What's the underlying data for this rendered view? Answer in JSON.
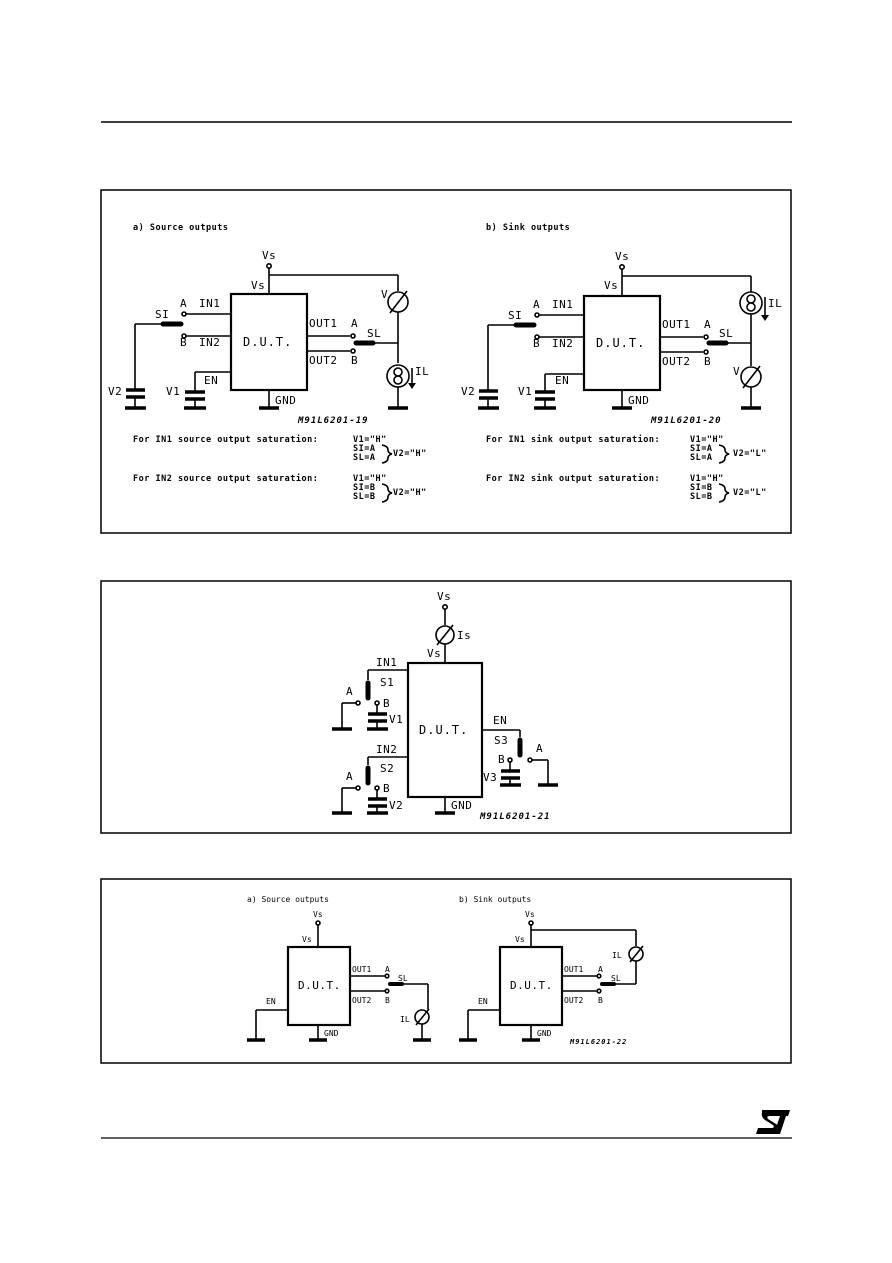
{
  "fig1": {
    "a": {
      "title": "a) Source outputs",
      "vs_top": "Vs",
      "vs_pin": "Vs",
      "dut": "D.U.T.",
      "in1": "IN1",
      "in2": "IN2",
      "a": "A",
      "b": "B",
      "si": "SI",
      "v2": "V2",
      "v1": "V1",
      "en": "EN",
      "gnd": "GND",
      "out1": "OUT1",
      "out2": "OUT2",
      "oa": "A",
      "ob": "B",
      "sl": "SL",
      "v": "V",
      "il": "IL",
      "ref": "M91L6201-19",
      "cond1_label": "For IN1 source output saturation:",
      "cond1_v1": "V1=\"H\"",
      "cond1_si": "SI=A",
      "cond1_sl": "SL=A",
      "cond1_v2": "V2=\"H\"",
      "cond2_label": "For IN2 source output saturation:",
      "cond2_v1": "V1=\"H\"",
      "cond2_si": "SI=B",
      "cond2_sl": "SL=B",
      "cond2_v2": "V2=\"H\""
    },
    "b": {
      "title": "b) Sink outputs",
      "vs_top": "Vs",
      "vs_pin": "Vs",
      "dut": "D.U.T.",
      "in1": "IN1",
      "in2": "IN2",
      "a": "A",
      "b": "B",
      "si": "SI",
      "v2": "V2",
      "v1": "V1",
      "en": "EN",
      "gnd": "GND",
      "out1": "OUT1",
      "out2": "OUT2",
      "oa": "A",
      "ob": "B",
      "sl": "SL",
      "v": "V",
      "il": "IL",
      "ref": "M91L6201-20",
      "cond1_label": "For IN1 sink output saturation:",
      "cond1_v1": "V1=\"H\"",
      "cond1_si": "SI=A",
      "cond1_sl": "SL=A",
      "cond1_v2": "V2=\"L\"",
      "cond2_label": "For IN2 sink output saturation:",
      "cond2_v1": "V1=\"H\"",
      "cond2_si": "SI=B",
      "cond2_sl": "SL=B",
      "cond2_v2": "V2=\"L\""
    }
  },
  "fig2": {
    "vs_top": "Vs",
    "is": "Is",
    "vs_pin": "Vs",
    "dut": "D.U.T.",
    "in1": "IN1",
    "s1": "S1",
    "a1": "A",
    "b1": "B",
    "v1": "V1",
    "in2": "IN2",
    "s2": "S2",
    "a2": "A",
    "b2": "B",
    "v2": "V2",
    "en": "EN",
    "s3": "S3",
    "b3": "B",
    "a3": "A",
    "v3": "V3",
    "gnd": "GND",
    "ref": "M91L6201-21"
  },
  "fig3": {
    "a": {
      "title": "a) Source outputs",
      "vs_top": "Vs",
      "vs_pin": "Vs",
      "dut": "D.U.T.",
      "out1": "OUT1",
      "out2": "OUT2",
      "oa": "A",
      "ob": "B",
      "sl": "SL",
      "en": "EN",
      "gnd": "GND",
      "il": "IL"
    },
    "b": {
      "title": "b) Sink outputs",
      "vs_top": "Vs",
      "vs_pin": "Vs",
      "dut": "D.U.T.",
      "out1": "OUT1",
      "out2": "OUT2",
      "oa": "A",
      "ob": "B",
      "sl": "SL",
      "en": "EN",
      "gnd": "GND",
      "il": "IL",
      "ref": "M91L6201-22"
    }
  }
}
